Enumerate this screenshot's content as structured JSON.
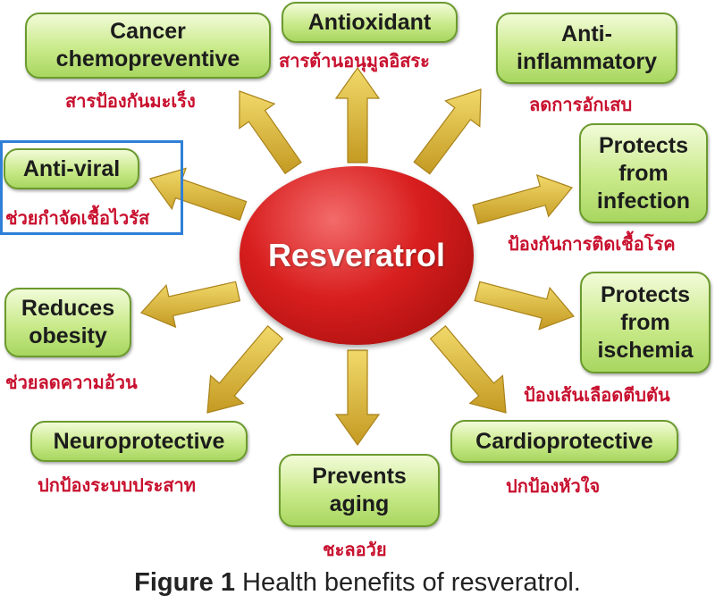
{
  "center_label": "Resveratrol",
  "benefits": {
    "cancer": {
      "en": "Cancer\nchemopreventive",
      "th": "สารป้องกันมะเร็ง"
    },
    "antioxidant": {
      "en": "Antioxidant",
      "th": "สารต้านอนุมูลอิสระ"
    },
    "anti_inflammatory": {
      "en": "Anti-\ninflammatory",
      "th": "ลดการอักเสบ"
    },
    "anti_viral": {
      "en": "Anti-viral",
      "th": "ช่วยกำจัดเชื้อไวรัส"
    },
    "infection": {
      "en": "Protects\nfrom\ninfection",
      "th": "ป้องกันการติดเชื้อโรค"
    },
    "obesity": {
      "en": "Reduces\nobesity",
      "th": "ช่วยลดความอ้วน"
    },
    "ischemia": {
      "en": "Protects\nfrom\nischemia",
      "th": "ป้องเส้นเลือดตีบตัน"
    },
    "neuro": {
      "en": "Neuroprotective",
      "th": "ปกป้องระบบประสาท"
    },
    "aging": {
      "en": "Prevents\naging",
      "th": "ชะลอวัย"
    },
    "cardio": {
      "en": "Cardioprotective",
      "th": "ปกป้องหัวใจ"
    }
  },
  "caption": {
    "label": "Figure 1",
    "text": "Health benefits of resveratrol."
  },
  "colors": {
    "box_fill": "#c9ea8a",
    "box_border": "#6b9a2e",
    "thai_text": "#c8102e",
    "arrow": "#d9b533",
    "center": "#d81e1e",
    "highlight": "#2f7fd8"
  }
}
